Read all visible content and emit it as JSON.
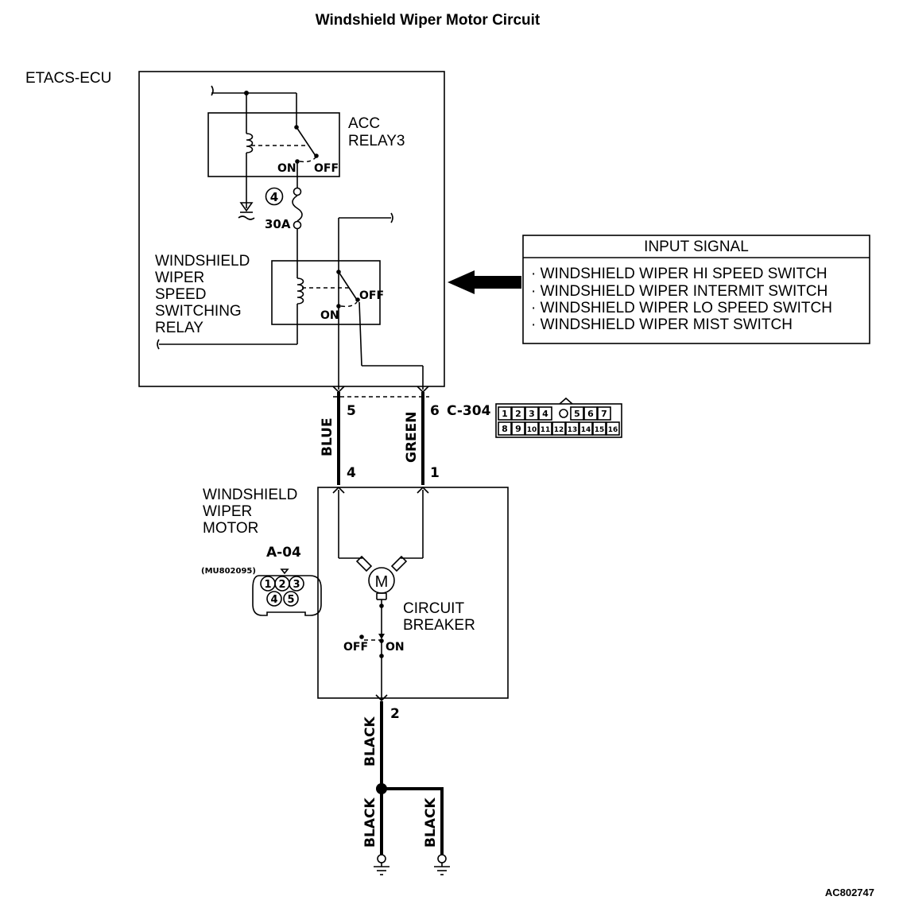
{
  "title": "Windshield Wiper Motor Circuit",
  "etacs": {
    "label": "ETACS-ECU"
  },
  "acc_relay": {
    "line1": "ACC",
    "line2": "RELAY3",
    "on": "ON",
    "off": "OFF"
  },
  "fuse": {
    "number": "4",
    "rating": "30A"
  },
  "speed_relay": {
    "line1": "WINDSHIELD",
    "line2": "WIPER",
    "line3": "SPEED",
    "line4": "SWITCHING",
    "line5": "RELAY",
    "on": "ON",
    "off": "OFF"
  },
  "input_signal": {
    "header": "INPUT SIGNAL",
    "items": [
      "· WINDSHIELD WIPER HI SPEED SWITCH",
      "· WINDSHIELD WIPER INTERMIT SWITCH",
      "· WINDSHIELD WIPER LO SPEED SWITCH",
      "· WINDSHIELD WIPER MIST SWITCH"
    ]
  },
  "ecu_connector": {
    "name": "C-304",
    "pin_left": "5",
    "pin_right": "6",
    "top_row": [
      "1",
      "2",
      "3",
      "4",
      "",
      "5",
      "6",
      "7"
    ],
    "bottom_row": [
      "8",
      "9",
      "10",
      "11",
      "12",
      "13",
      "14",
      "15",
      "16"
    ]
  },
  "wires": {
    "blue": "BLUE",
    "green": "GREEN",
    "black": "BLACK"
  },
  "motor": {
    "line1": "WINDSHIELD",
    "line2": "WIPER",
    "line3": "MOTOR",
    "pin_blue": "4",
    "pin_green": "1",
    "pin_ground": "2",
    "symbol": "M"
  },
  "motor_connector": {
    "name": "A-04",
    "part": "(MU802095)",
    "pins": [
      "1",
      "2",
      "3",
      "4",
      "5"
    ]
  },
  "breaker": {
    "line1": "CIRCUIT",
    "line2": "BREAKER",
    "on": "ON",
    "off": "OFF"
  },
  "figure_code": "AC802747"
}
